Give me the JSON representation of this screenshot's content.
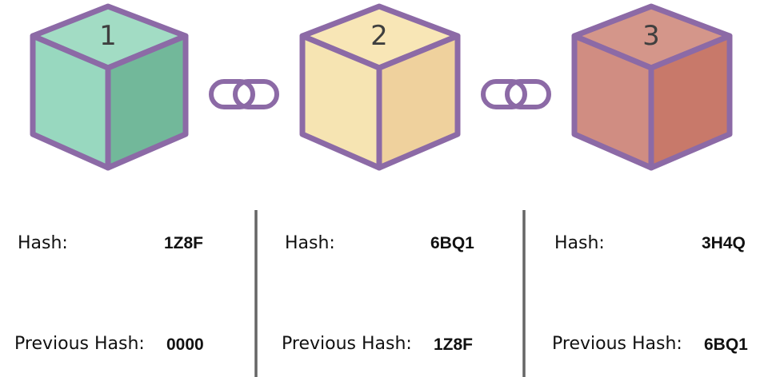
{
  "blocks": [
    {
      "number": "1",
      "hash_label": "Hash:",
      "hash": "1Z8F",
      "prev_label": "Previous Hash:",
      "prev_hash": "0000",
      "colors": {
        "top": "#a2dcc4",
        "left": "#98d8bf",
        "right": "#72b89a"
      }
    },
    {
      "number": "2",
      "hash_label": "Hash:",
      "hash": "6BQ1",
      "prev_label": "Previous Hash:",
      "prev_hash": "1Z8F",
      "colors": {
        "top": "#f8e6b6",
        "left": "#f6e4b2",
        "right": "#efd19d"
      }
    },
    {
      "number": "3",
      "hash_label": "Hash:",
      "hash": "3H4Q",
      "prev_label": "Previous Hash:",
      "prev_hash": "6BQ1",
      "colors": {
        "top": "#d4968a",
        "left": "#d08d82",
        "right": "#c8796a"
      }
    }
  ],
  "outline_color": "#8c6aa6",
  "divider_color": "#666666",
  "link_icon": "chain-link-icon"
}
